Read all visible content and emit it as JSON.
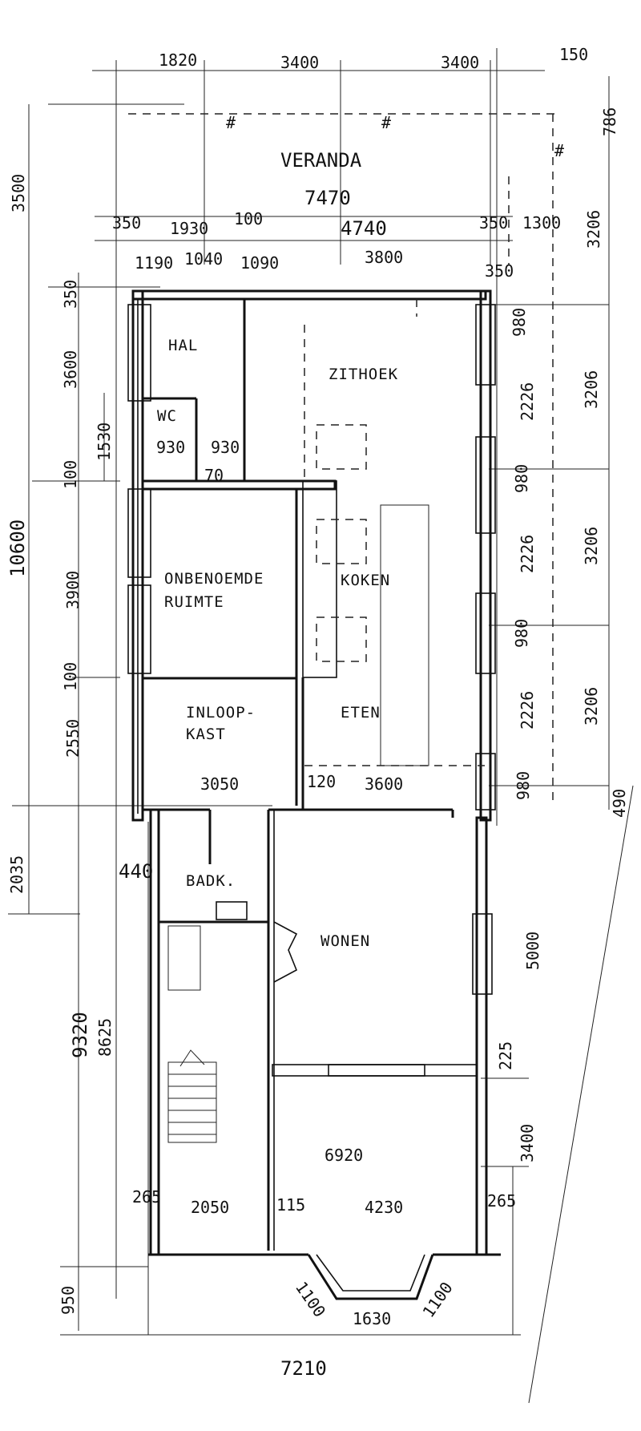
{
  "rooms": {
    "veranda": "VERANDA",
    "hal": "HAL",
    "wc": "WC",
    "zithoek": "ZITHOEK",
    "onbenoemde_1": "ONBENOEMDE",
    "onbenoemde_2": "RUIMTE",
    "koken": "KOKEN",
    "inloop_1": "INLOOP-",
    "inloop_2": "KAST",
    "eten": "ETEN",
    "badk": "BADK.",
    "wonen": "WONEN"
  },
  "dimensions": {
    "top_1820": "1820",
    "top_3400a": "3400",
    "top_3400b": "3400",
    "top_150": "150",
    "r_786": "786",
    "l_3500": "3500",
    "d_7470": "7470",
    "d_350a": "350",
    "d_1930": "1930",
    "d_100a": "100",
    "d_4740": "4740",
    "d_350b": "350",
    "d_1300": "1300",
    "r_3206a": "3206",
    "d_1190": "1190",
    "d_1040": "1040",
    "d_1090": "1090",
    "d_3800": "3800",
    "d_350c": "350",
    "l_350": "350",
    "l_3600": "3600",
    "r_980a": "980",
    "r_3206b": "3206",
    "r_2226a": "2226",
    "l_1530": "1530",
    "d_930a": "930",
    "d_930b": "930",
    "d_70": "70",
    "r_980b": "980",
    "l_100a": "100",
    "l_10600": "10600",
    "l_3900": "3900",
    "r_2226b": "2226",
    "r_3206c": "3206",
    "r_980c": "980",
    "l_100b": "100",
    "r_2226c": "2226",
    "r_3206d": "3206",
    "l_2550": "2550",
    "d_3050": "3050",
    "d_120": "120",
    "d_3600": "3600",
    "r_980d": "980",
    "r_490": "490",
    "l_2035": "2035",
    "d_440": "440",
    "r_5000": "5000",
    "l_9320": "9320",
    "l_8625": "8625",
    "r_225": "225",
    "r_3400": "3400",
    "d_6920": "6920",
    "d_265a": "265",
    "d_2050": "2050",
    "d_115": "115",
    "d_4230": "4230",
    "d_265b": "265",
    "l_950": "950",
    "d_1100a": "1100",
    "d_1100b": "1100",
    "d_1630": "1630",
    "d_7210": "7210"
  }
}
